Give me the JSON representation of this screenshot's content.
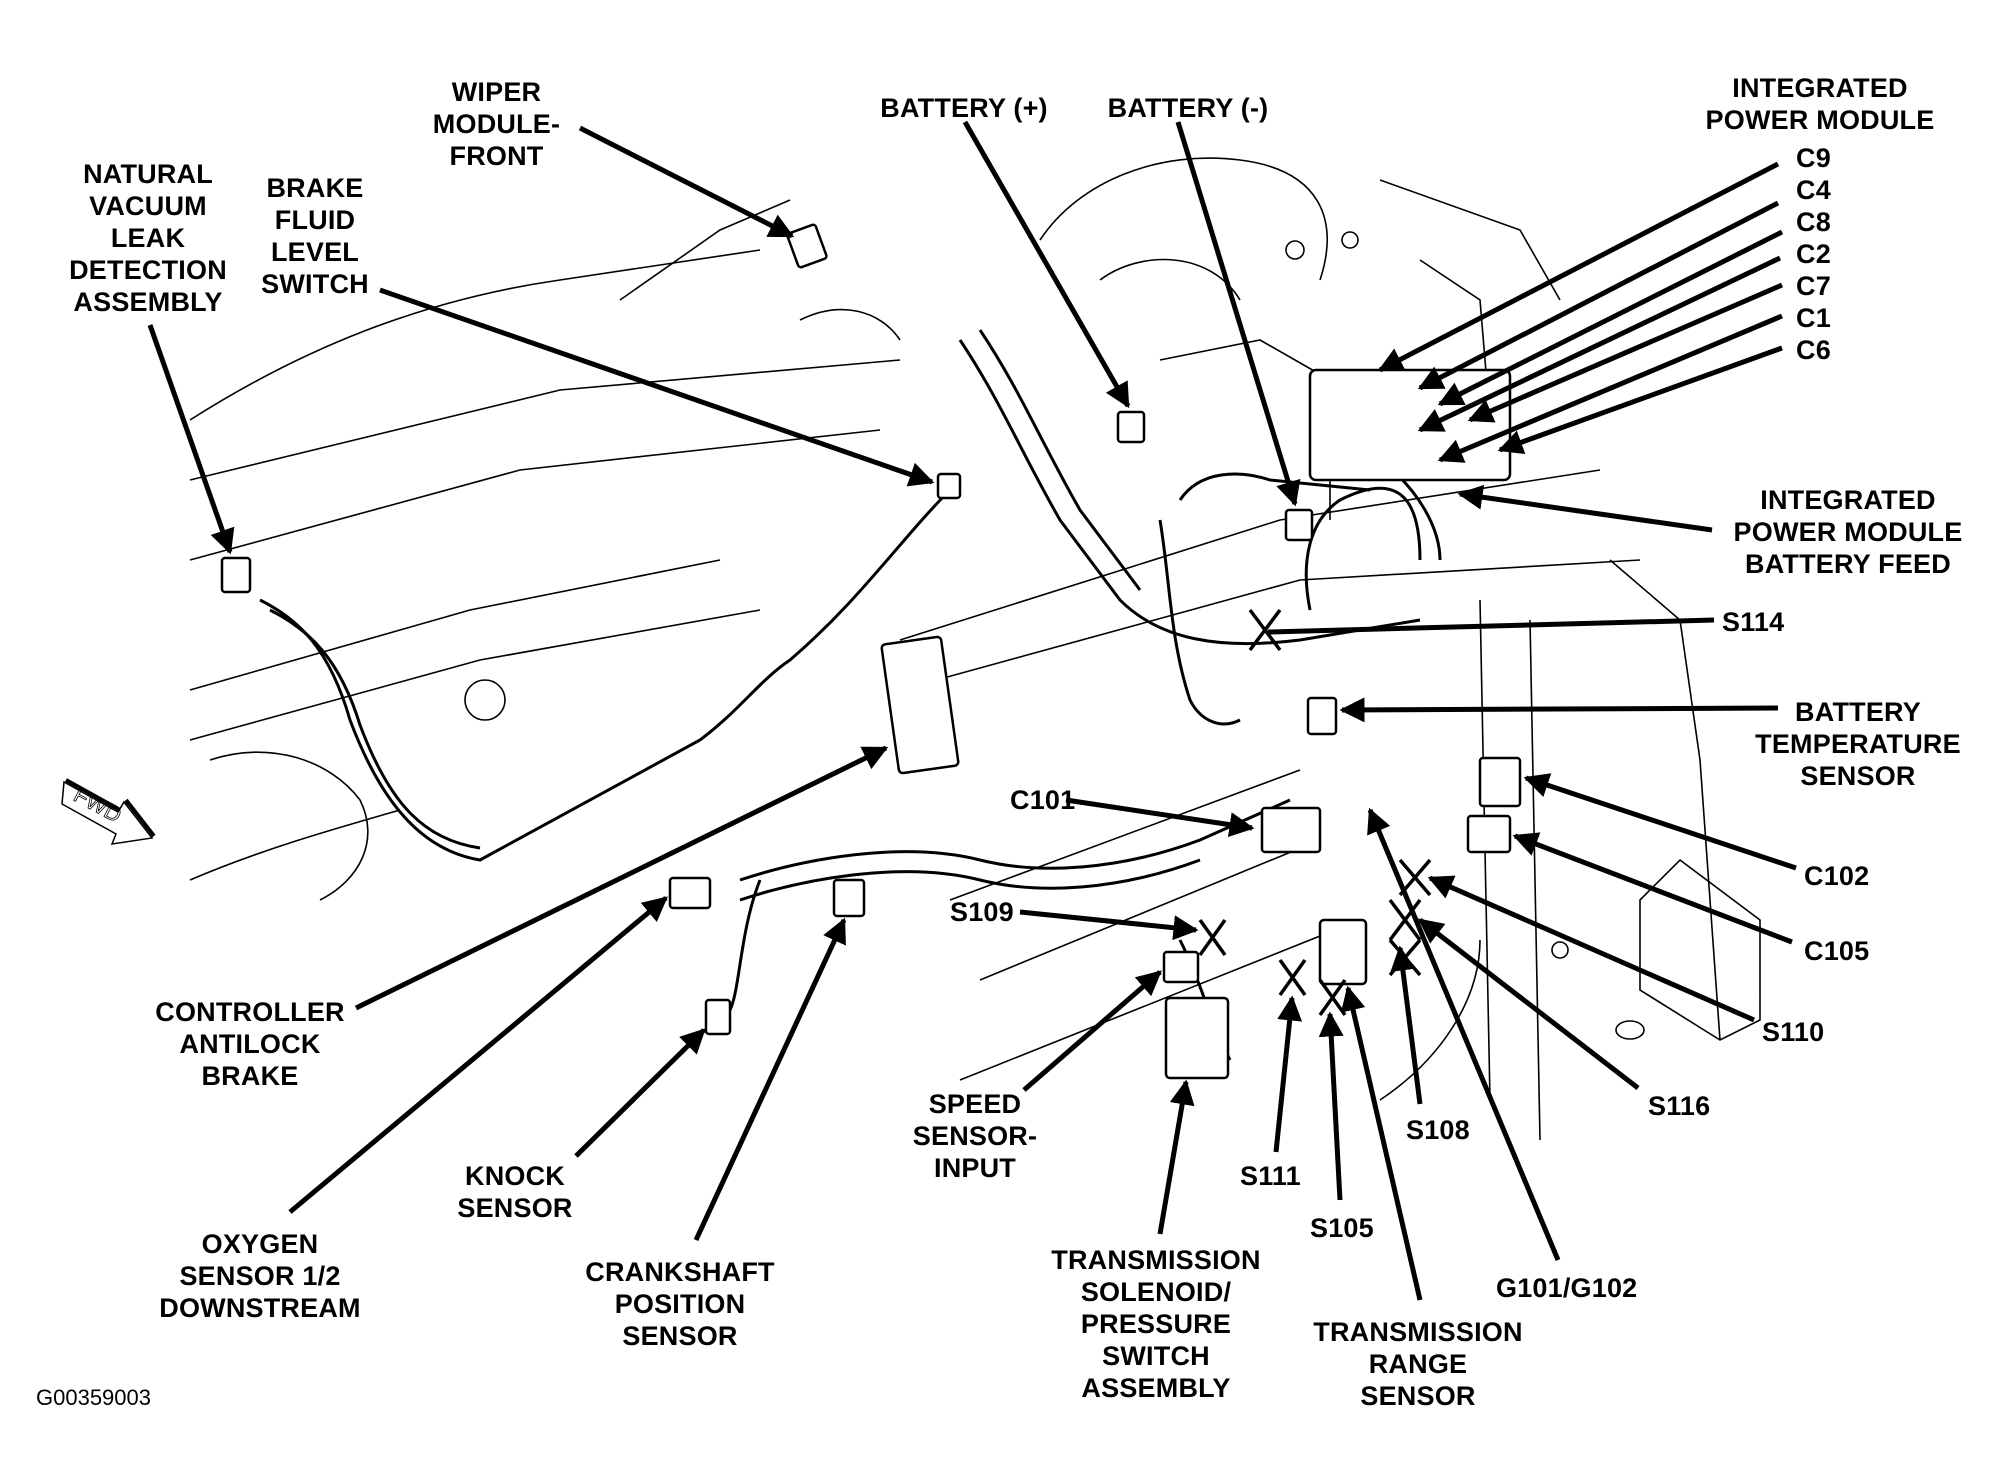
{
  "figure": {
    "figure_id": "G00359003",
    "direction_indicator": "FWD",
    "ink_color": "#000000",
    "background_color": "#ffffff"
  },
  "labels": {
    "natural_vacuum": "NATURAL\nVACUUM\nLEAK\nDETECTION\nASSEMBLY",
    "brake_fluid": "BRAKE\nFLUID\nLEVEL\nSWITCH",
    "wiper_module": "WIPER\nMODULE-\nFRONT",
    "battery_pos": "BATTERY (+)",
    "battery_neg": "BATTERY (-)",
    "ipm": "INTEGRATED\nPOWER MODULE",
    "ipm_connectors": [
      "C9",
      "C4",
      "C8",
      "C2",
      "C7",
      "C1",
      "C6"
    ],
    "ipm_battery_feed": "INTEGRATED\nPOWER MODULE\nBATTERY FEED",
    "s114": "S114",
    "battery_temp": "BATTERY\nTEMPERATURE\nSENSOR",
    "c101": "C101",
    "c102": "C102",
    "c105": "C105",
    "s109": "S109",
    "s110": "S110",
    "s116": "S116",
    "s108": "S108",
    "s111": "S111",
    "s105": "S105",
    "g101_g102": "G101/G102",
    "controller_antilock": "CONTROLLER\nANTILOCK\nBRAKE",
    "oxygen_sensor": "OXYGEN\nSENSOR 1/2\nDOWNSTREAM",
    "knock_sensor": "KNOCK\nSENSOR",
    "crankshaft": "CRANKSHAFT\nPOSITION\nSENSOR",
    "speed_sensor": "SPEED\nSENSOR-\nINPUT",
    "trans_solenoid": "TRANSMISSION\nSOLENOID/\nPRESSURE\nSWITCH\nASSEMBLY",
    "trans_range": "TRANSMISSION\nRANGE\nSENSOR"
  }
}
